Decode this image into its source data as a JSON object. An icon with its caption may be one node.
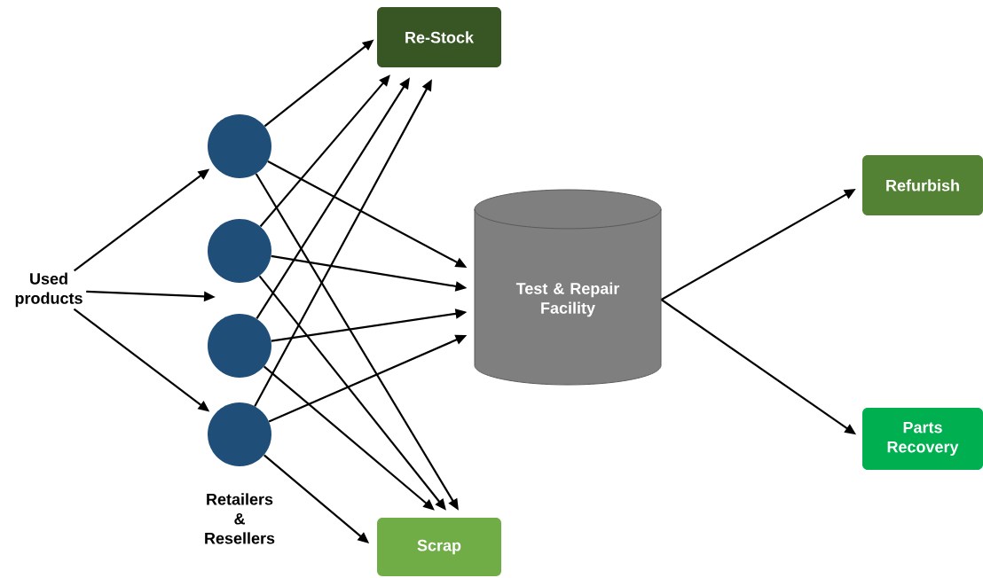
{
  "diagram": {
    "nodes": [
      {
        "text": [
          "Used products"
        ]
      },
      {
        "text": [],
        "shape": "circle"
      },
      {
        "text": [],
        "shape": "circle"
      },
      {
        "text": [],
        "shape": "circle"
      },
      {
        "text": [],
        "shape": "circle"
      },
      {
        "text": [
          "Re-Stock"
        ]
      },
      {
        "text": [
          "Test & Repair Facility"
        ]
      },
      {
        "text": [
          "Scrap"
        ]
      },
      {
        "text": [
          "Refurbish"
        ]
      },
      {
        "text": [
          "Parts Recovery"
        ]
      }
    ],
    "edges": [
      {
        "from": 0,
        "to": 1,
        "arrow": "to"
      },
      {
        "from": 0,
        "to": null,
        "arrow": "to"
      },
      {
        "from": 0,
        "to": 4,
        "arrow": "to"
      },
      {
        "from": 1,
        "to": 5,
        "arrow": "to"
      },
      {
        "from": 1,
        "to": 6,
        "arrow": "to"
      },
      {
        "from": 1,
        "to": 7,
        "arrow": "to"
      },
      {
        "from": 2,
        "to": 5,
        "arrow": "to"
      },
      {
        "from": 2,
        "to": 6,
        "arrow": "to"
      },
      {
        "from": 2,
        "to": 7,
        "arrow": "to"
      },
      {
        "from": 3,
        "to": 5,
        "arrow": "to"
      },
      {
        "from": 3,
        "to": 6,
        "arrow": "to"
      },
      {
        "from": 3,
        "to": 7,
        "arrow": "to"
      },
      {
        "from": 4,
        "to": 5,
        "arrow": "to"
      },
      {
        "from": 4,
        "to": 6,
        "arrow": "to"
      },
      {
        "from": 4,
        "to": 7,
        "arrow": "to"
      },
      {
        "from": 6,
        "to": 8,
        "arrow": "to"
      },
      {
        "from": 6,
        "to": 9,
        "arrow": "to"
      }
    ],
    "labels": [
      "Retailers & Resellers"
    ]
  }
}
